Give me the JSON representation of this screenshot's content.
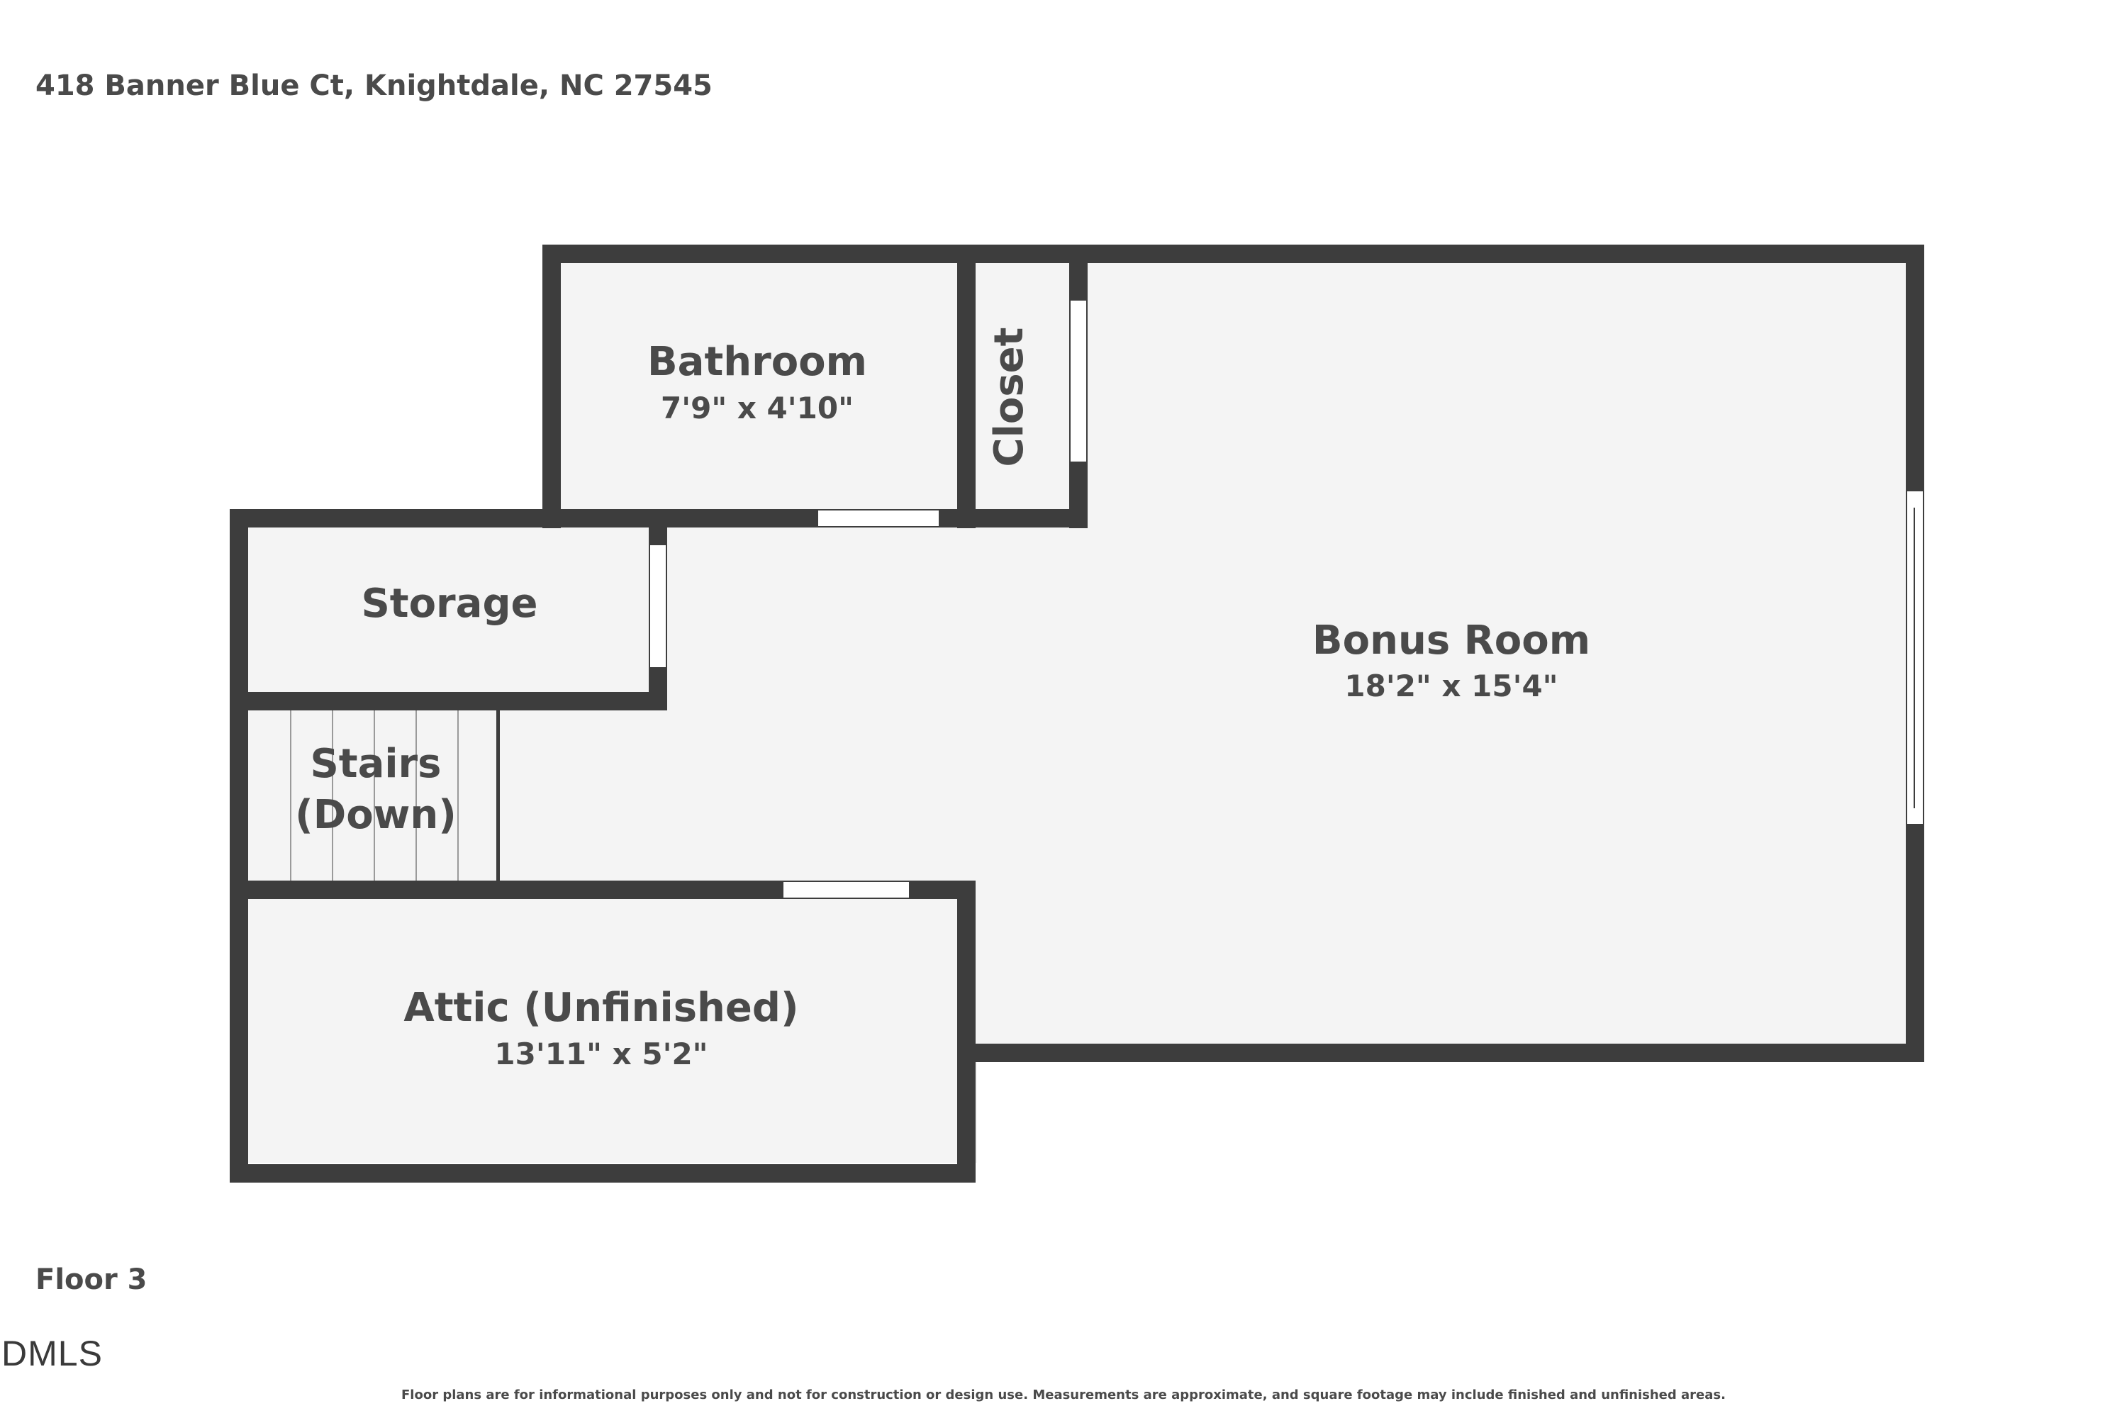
{
  "address": "418 Banner Blue Ct, Knightdale, NC 27545",
  "floor_label": "Floor 3",
  "logo_text": "DMLS",
  "disclaimer": "Floor plans are for informational purposes only and not for construction or design use. Measurements are approximate, and square footage may include finished and unfinished areas.",
  "rooms": {
    "bathroom": {
      "name": "Bathroom",
      "dims": "7'9\" x 4'10\""
    },
    "closet": {
      "name": "Closet"
    },
    "storage": {
      "name": "Storage"
    },
    "bonus": {
      "name": "Bonus Room",
      "dims": "18'2\" x 15'4\""
    },
    "stairs": {
      "line1": "Stairs",
      "line2": "(Down)"
    },
    "attic": {
      "name": "Attic (Unfinished)",
      "dims": "13'11\" x 5'2\""
    }
  },
  "colors": {
    "wall": "#3d3d3d",
    "floor": "#f4f4f4",
    "text": "#4a4a4a"
  }
}
